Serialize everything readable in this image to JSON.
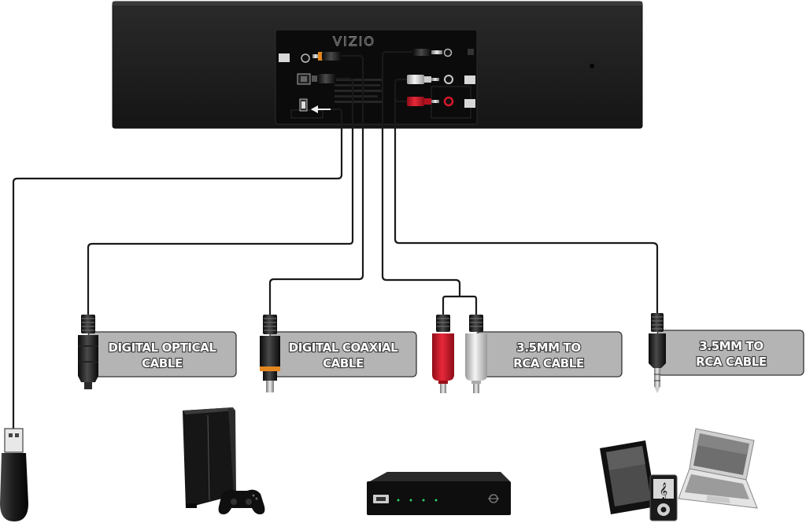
{
  "soundbar": {
    "brand": "VIZIO"
  },
  "cables": [
    {
      "id": "optical",
      "line1": "DIGITAL OPTICAL",
      "line2": "CABLE"
    },
    {
      "id": "coaxial",
      "line1": "DIGITAL COAXIAL",
      "line2": "CABLE"
    },
    {
      "id": "rca",
      "line1": "3.5MM TO",
      "line2": "RCA CABLE"
    },
    {
      "id": "aux",
      "line1": "3.5MM TO",
      "line2": "RCA CABLE"
    }
  ],
  "devices": [
    "usb-drive",
    "game-console",
    "set-top-box",
    "tablet",
    "music-player",
    "laptop"
  ],
  "colors": {
    "soundbar_body": "#1c1c1c",
    "panel": "#0c0c0c",
    "label_box": "#b4b4b4",
    "rca_red": "#d8172a",
    "rca_white": "#e6e6e6",
    "coax_ring": "#e5871f"
  }
}
